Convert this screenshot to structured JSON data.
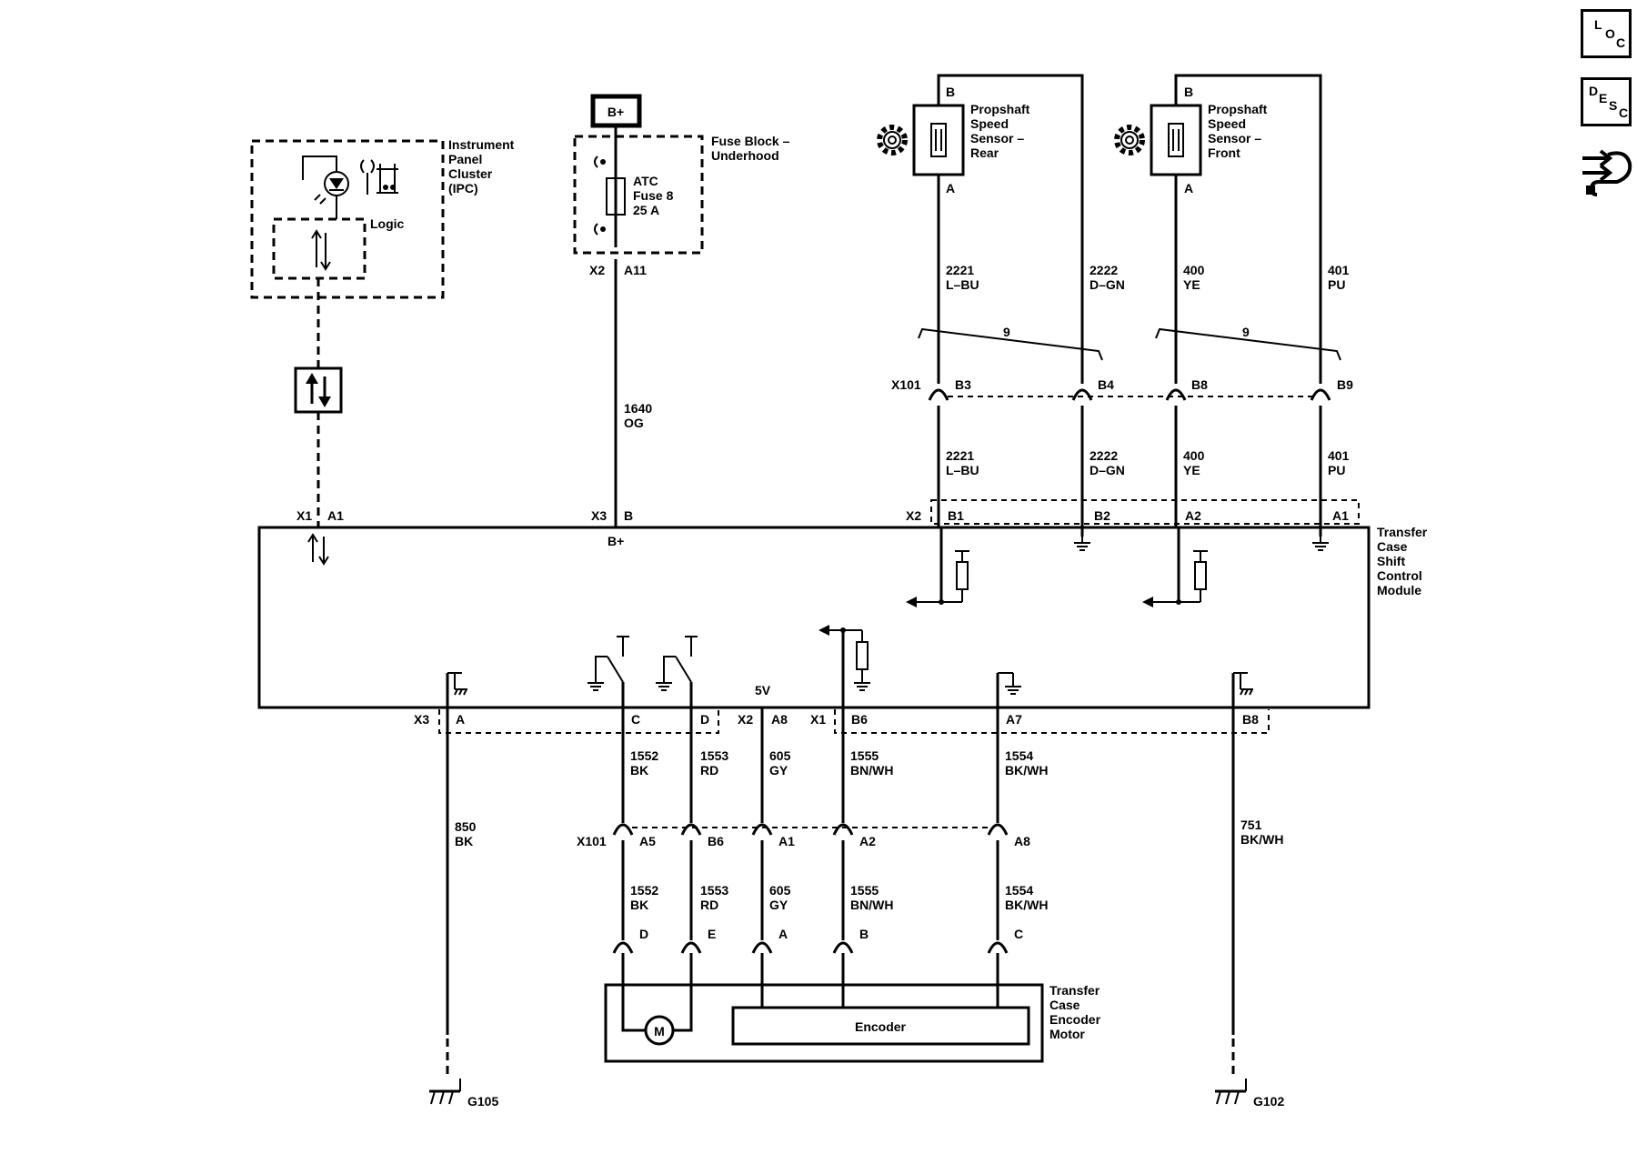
{
  "side_icons": [
    {
      "name": "loc-button",
      "letters": [
        "L",
        "O",
        "C"
      ]
    },
    {
      "name": "desc-button",
      "letters": [
        "D",
        "E",
        "S",
        "C"
      ]
    },
    {
      "name": "diagnostic-path-icon"
    }
  ],
  "power": {
    "label": "B+"
  },
  "ipc": {
    "name_lines": [
      "Instrument",
      "Panel",
      "Cluster",
      "(IPC)"
    ],
    "logic": "Logic"
  },
  "fuse_block": {
    "name_lines": [
      "Fuse Block –",
      "Underhood"
    ],
    "fuse_lines": [
      "ATC",
      "Fuse 8",
      "25 A"
    ],
    "conn": "X2",
    "pin": "A11"
  },
  "sensors": [
    {
      "name_lines": [
        "Propshaft",
        "Speed",
        "Sensor –",
        "Rear"
      ],
      "pin_top": "B",
      "pin_bottom": "A"
    },
    {
      "name_lines": [
        "Propshaft",
        "Speed",
        "Sensor –",
        "Front"
      ],
      "pin_top": "B",
      "pin_bottom": "A"
    }
  ],
  "upper_wires": [
    {
      "circuit": "2221",
      "color": "L–BU"
    },
    {
      "circuit": "2222",
      "color": "D–GN"
    },
    {
      "circuit": "400",
      "color": "YE"
    },
    {
      "circuit": "401",
      "color": "PU"
    }
  ],
  "twist": [
    "9",
    "9"
  ],
  "inline_x101_top": {
    "conn": "X101",
    "pins": [
      "B3",
      "B4",
      "B8",
      "B9"
    ]
  },
  "power_wire": {
    "circuit": "1640",
    "color": "OG"
  },
  "module": {
    "name_lines": [
      "Transfer",
      "Case",
      "Shift",
      "Control",
      "Module"
    ],
    "top_pins": [
      {
        "conn": "X1",
        "pin": "A1"
      },
      {
        "conn": "X3",
        "pin": "B"
      },
      {
        "conn": "X2",
        "pin": "B1"
      },
      {
        "conn": "",
        "pin": "B2"
      },
      {
        "conn": "",
        "pin": "A2"
      },
      {
        "conn": "",
        "pin": "A1"
      }
    ],
    "bplus": "B+",
    "five_v": "5V",
    "bottom_pins": [
      {
        "conn": "X3",
        "pin": "A"
      },
      {
        "conn": "",
        "pin": "C"
      },
      {
        "conn": "",
        "pin": "D"
      },
      {
        "conn": "X2",
        "pin": "A8"
      },
      {
        "conn": "X1",
        "pin": "B6"
      },
      {
        "conn": "",
        "pin": "A7"
      },
      {
        "conn": "",
        "pin": "B8"
      }
    ]
  },
  "lower_wires": [
    {
      "circuit": "1552",
      "color": "BK"
    },
    {
      "circuit": "1553",
      "color": "RD"
    },
    {
      "circuit": "605",
      "color": "GY"
    },
    {
      "circuit": "1555",
      "color": "BN/WH"
    },
    {
      "circuit": "1554",
      "color": "BK/WH"
    }
  ],
  "ground_wires": [
    {
      "circuit": "850",
      "color": "BK",
      "ground": "G105"
    },
    {
      "circuit": "751",
      "color": "BK/WH",
      "ground": "G102"
    }
  ],
  "inline_x101_bottom": {
    "conn": "X101",
    "pins": [
      "A5",
      "B6",
      "A1",
      "A2",
      "A8"
    ]
  },
  "motor_pins": [
    "D",
    "E",
    "A",
    "B",
    "C"
  ],
  "motor": {
    "name_lines": [
      "Transfer",
      "Case",
      "Encoder",
      "Motor"
    ],
    "encoder": "Encoder",
    "m": "M"
  }
}
